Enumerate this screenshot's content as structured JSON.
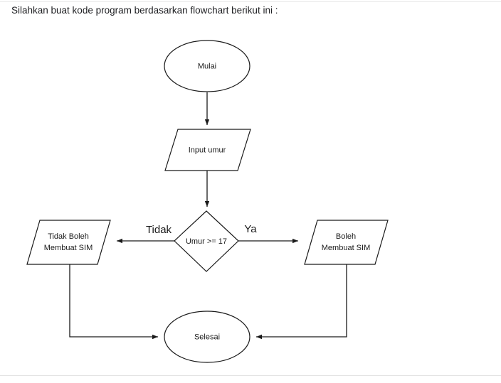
{
  "page": {
    "background_color": "#ffffff",
    "text_color": "#202124",
    "shape_stroke_color": "#1a1a1a",
    "divider_color": "#e8e8e8"
  },
  "prompt": {
    "text": "Silahkan buat kode program berdasarkan flowchart berikut ini :"
  },
  "flowchart": {
    "nodes": {
      "start": {
        "label": "Mulai",
        "shape": "ellipse"
      },
      "input": {
        "label": "Input umur",
        "shape": "parallelogram"
      },
      "decision": {
        "label": "Umur >= 17",
        "shape": "diamond"
      },
      "output_no": {
        "line1": "Tidak Boleh",
        "line2": "Membuat SIM",
        "shape": "parallelogram"
      },
      "output_yes": {
        "line1": "Boleh",
        "line2": "Membuat SIM",
        "shape": "parallelogram"
      },
      "end": {
        "label": "Selesai",
        "shape": "ellipse"
      }
    },
    "branch_labels": {
      "no": "Tidak",
      "yes": "Ya"
    }
  }
}
